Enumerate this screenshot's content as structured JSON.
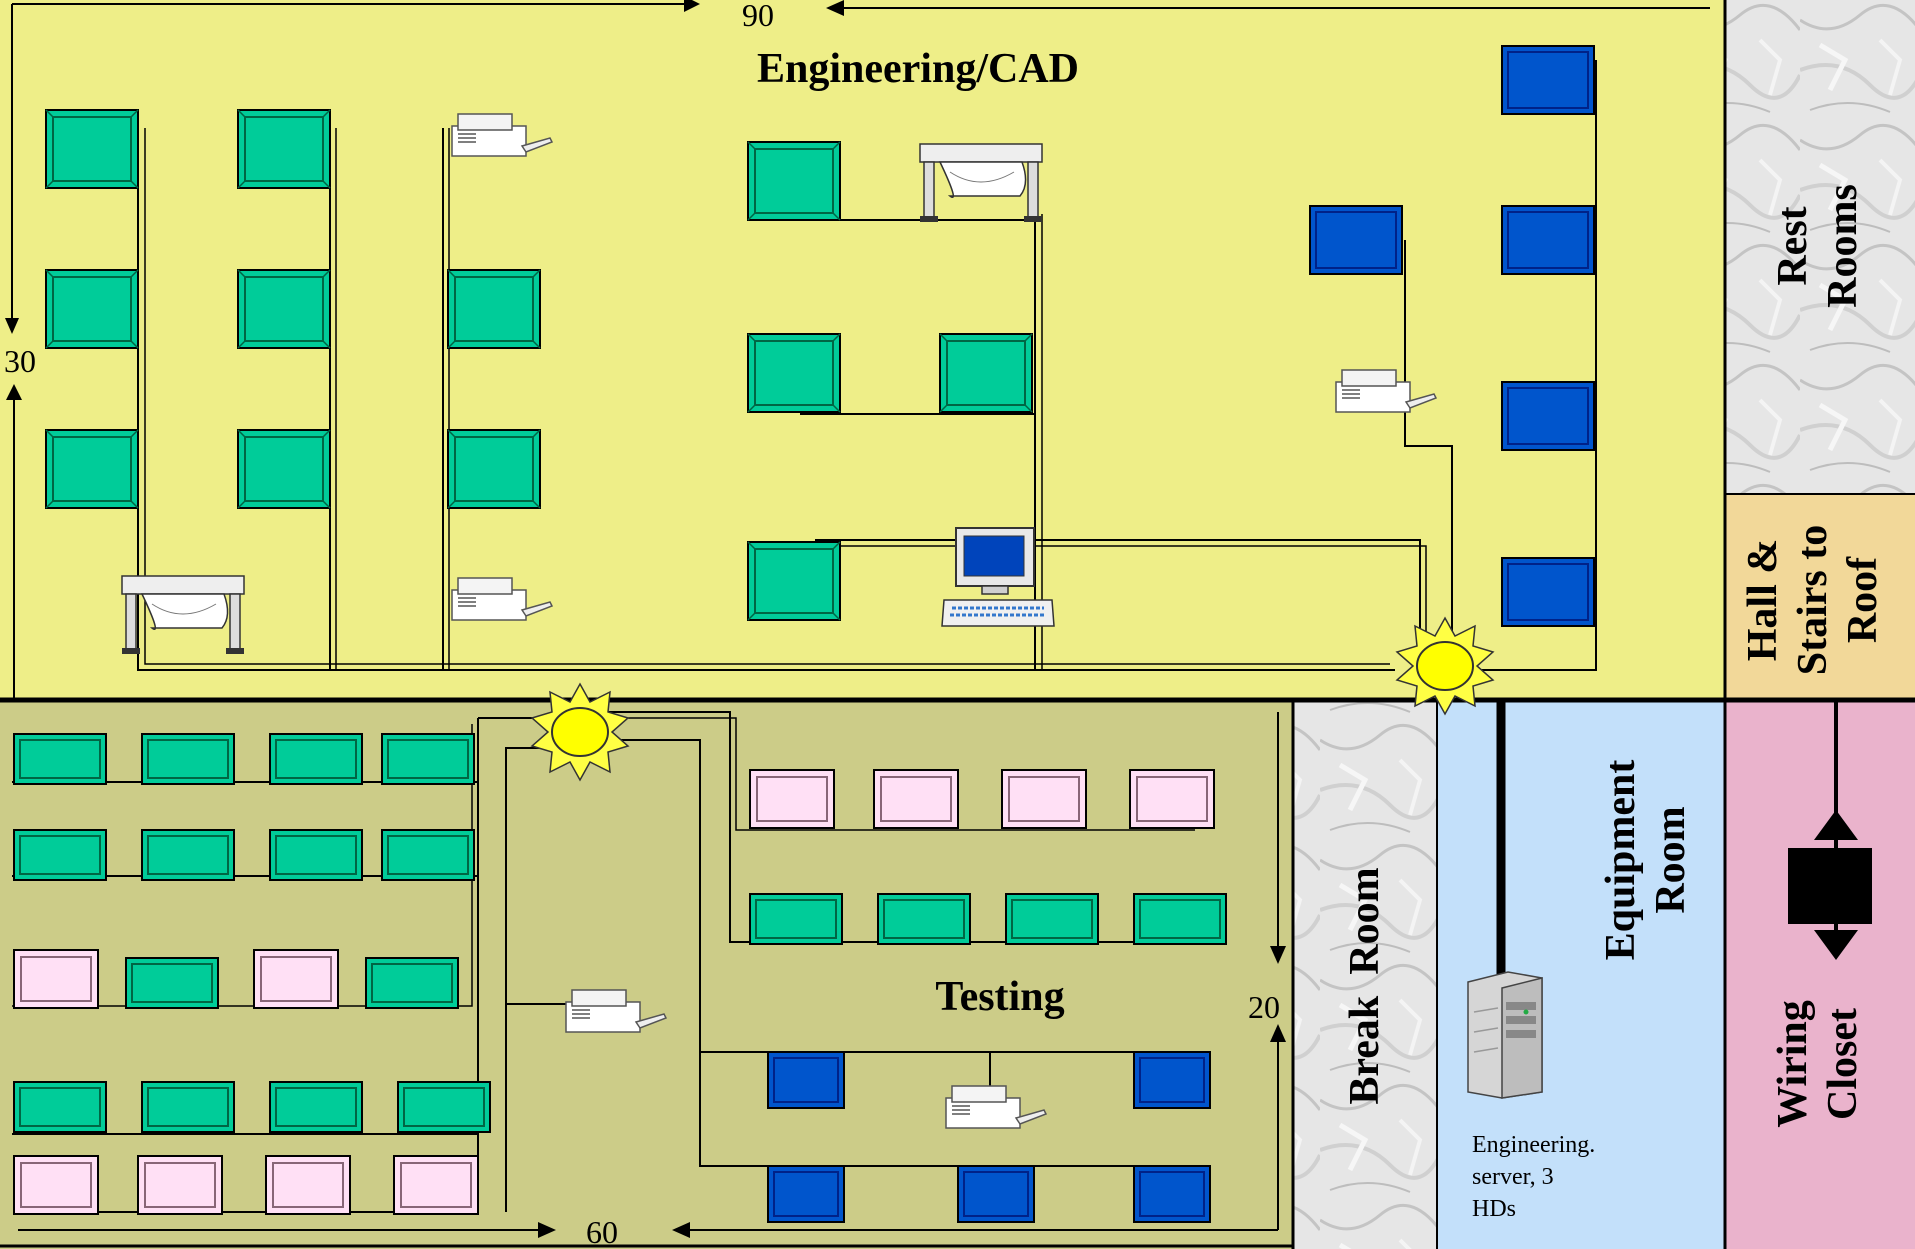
{
  "areas": {
    "engineering": {
      "title": "Engineering/CAD",
      "color": "#EEEE88"
    },
    "testing": {
      "title": "Testing",
      "color": "#CCCC88"
    },
    "rest_rooms": {
      "line1": "Rest",
      "line2": "Rooms"
    },
    "hall": {
      "line1": "Hall &",
      "line2": "Stairs to",
      "line3": "Roof",
      "color": "#F2D899"
    },
    "break_room": {
      "label": "Break  Room"
    },
    "equipment_room": {
      "line1": "Equipment",
      "line2": "Room",
      "color": "#C3E0FA"
    },
    "wiring_closet": {
      "line1": "Wiring",
      "line2": "Closet",
      "color": "#EAB3CC"
    }
  },
  "dimensions": {
    "top": "90",
    "left": "30",
    "bottom": "60",
    "right": "20"
  },
  "server": {
    "line1": "Engineering.",
    "line2": "server, 3",
    "line3": "HDs"
  },
  "colors": {
    "workstation_green": "#00CC99",
    "workstation_blue": "#0066CC",
    "workstation_pink": "#FFE0F5",
    "hub": "#FFFF00"
  }
}
